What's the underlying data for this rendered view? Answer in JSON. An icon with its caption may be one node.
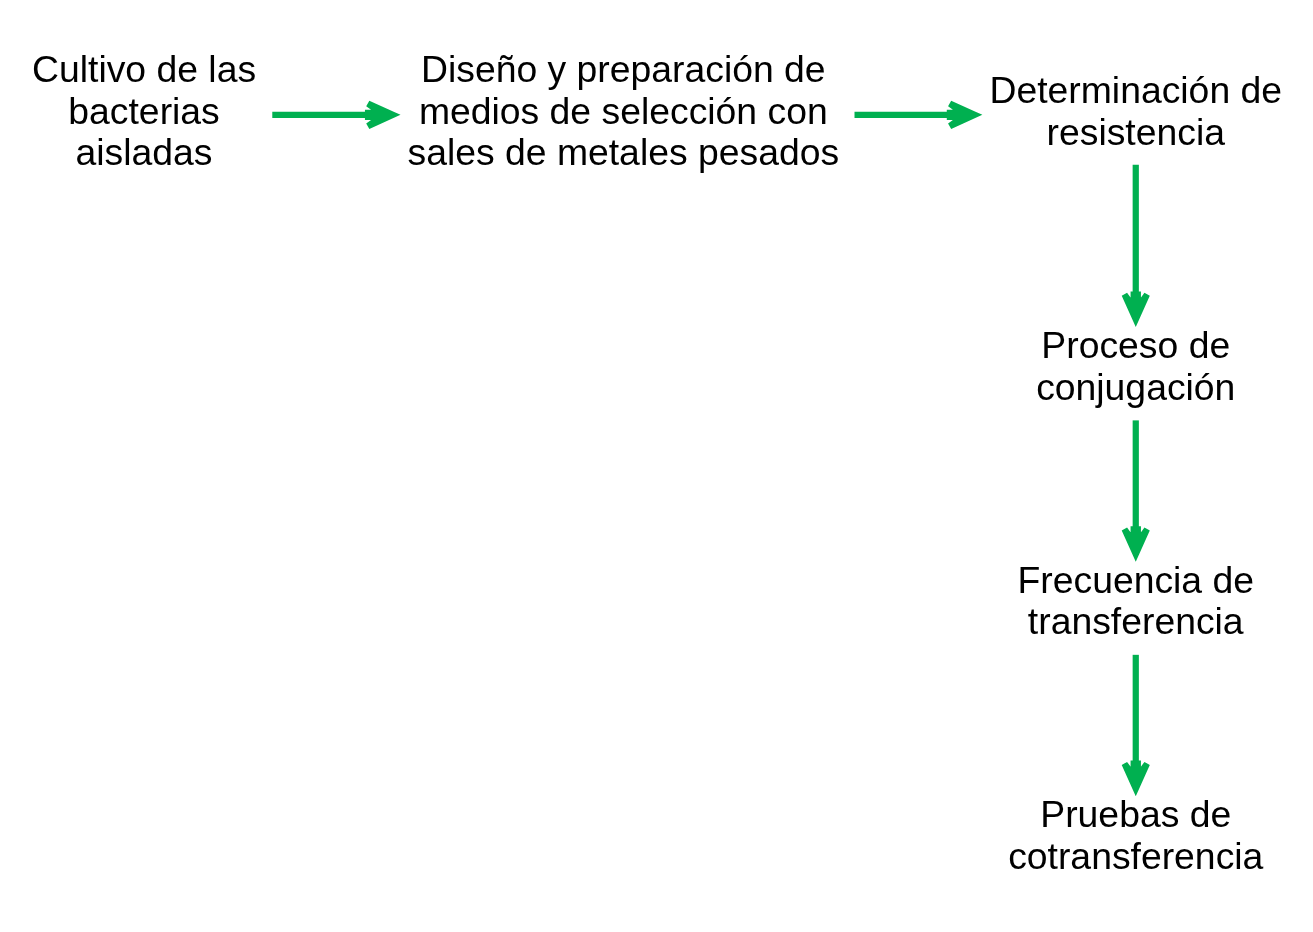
{
  "diagram": {
    "nodes": [
      {
        "text": [
          "Cultivo de las bacterias aisladas"
        ]
      },
      {
        "text": [
          "Diseño y preparación de medios de selección con sales de metales pesados"
        ]
      },
      {
        "text": [
          "Determinación de resistencia"
        ]
      },
      {
        "text": [
          "Proceso de conjugación"
        ]
      },
      {
        "text": [
          "Frecuencia de transferencia"
        ]
      },
      {
        "text": [
          "Pruebas de cotransferencia"
        ]
      }
    ],
    "edges": [
      {
        "from": 0,
        "to": 1,
        "arrow": "to"
      },
      {
        "from": 1,
        "to": 2,
        "arrow": "to"
      },
      {
        "from": 2,
        "to": 3,
        "arrow": "to"
      },
      {
        "from": 3,
        "to": 4,
        "arrow": "to"
      },
      {
        "from": 4,
        "to": 5,
        "arrow": "to"
      }
    ]
  }
}
